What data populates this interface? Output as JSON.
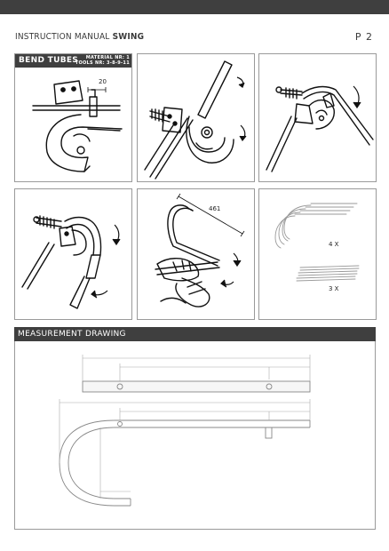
{
  "header": {
    "title_light": "INSTRUCTION MANUAL",
    "title_bold": "SWING",
    "page": "P 2"
  },
  "bend_tubes": {
    "heading": "BEND TUBES",
    "material_line": "MATERIAL NR: 1",
    "tools_line": "TOOLS NR: 3-8-9-11"
  },
  "steps": {
    "step1_dimension": "20",
    "step5_dimension": "461",
    "step6_qty_hooks": "4 X",
    "step6_qty_bars": "3 X"
  },
  "measurement": {
    "heading": "MEASUREMENT DRAWING"
  }
}
